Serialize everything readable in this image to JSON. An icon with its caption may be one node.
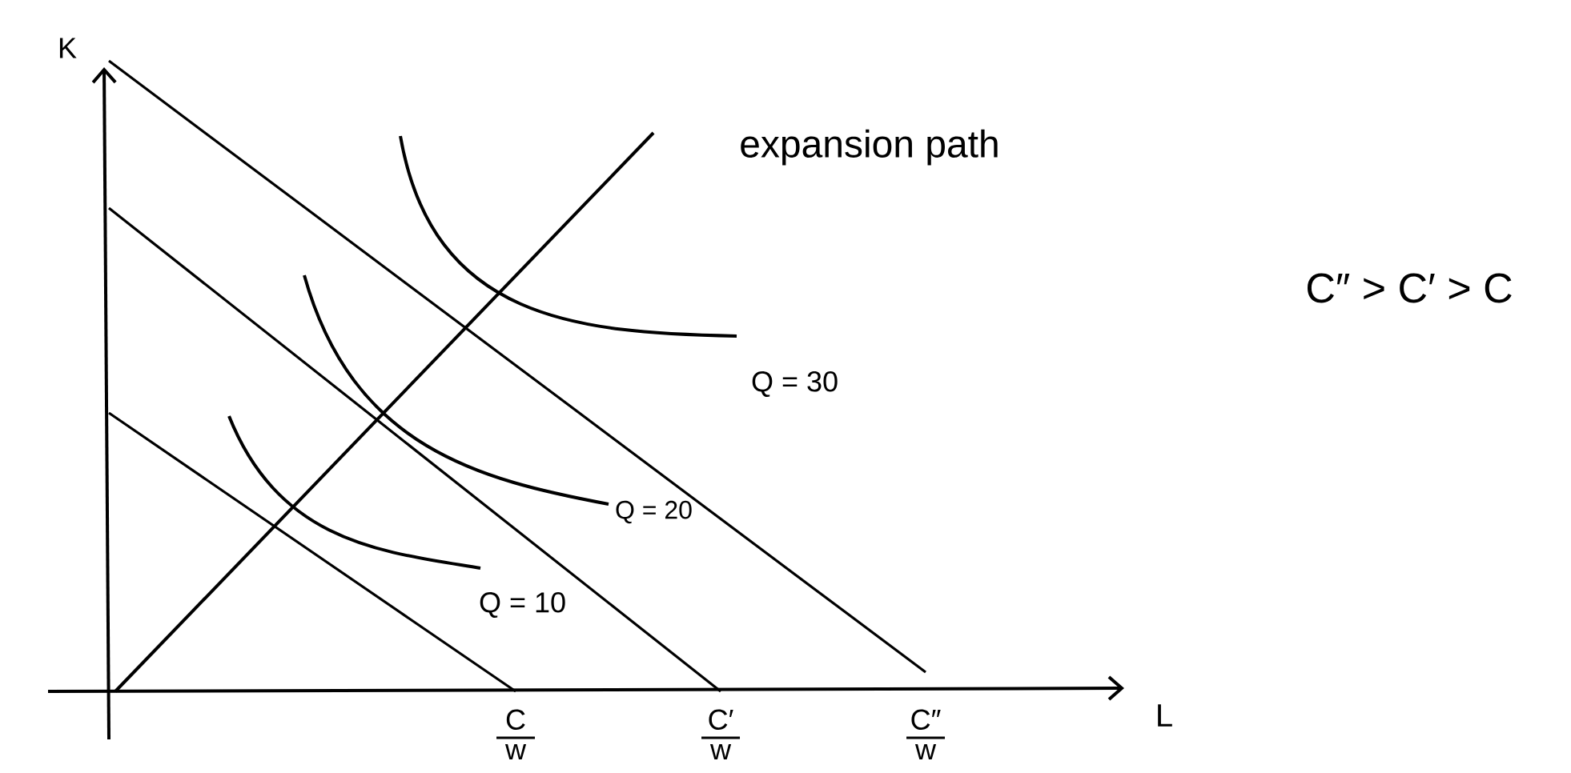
{
  "diagram": {
    "labels": [
      "K",
      "expansion path",
      "C″ > C′ > C",
      "Q = 30",
      "Q = 20",
      "Q = 10",
      "L",
      "C",
      "w",
      "C′",
      "w",
      "C″",
      "w"
    ]
  }
}
